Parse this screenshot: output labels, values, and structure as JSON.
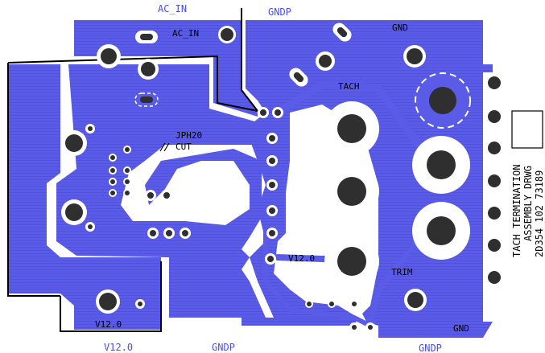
{
  "labels": {
    "top_ac_in": "AC_IN",
    "top_gndp": "GNDP",
    "bottom_v12": "V12.0",
    "bottom_gndp_left": "GNDP",
    "bottom_gndp_right": "GNDP"
  },
  "silkscreen": {
    "ac_in": "AC_IN",
    "gnd_top": "GND",
    "tach": "TACH",
    "jumper_line1": "JPH20",
    "jumper_line2": "CUT",
    "v12_center": "V12.0",
    "v12_bottom": "V12.0",
    "trim": "TRIM",
    "gnd_bottom": "GND",
    "vertical_line1": "TACH TERMINATION",
    "vertical_line2": "ASSEMBLY DRWG",
    "vertical_line3": "2D354 102 73189"
  },
  "colors": {
    "copper": "#5a5ce8",
    "board_bg": "#ffffff",
    "hole": "#2f2f2f",
    "pad_ring": "#ffffff",
    "label": "#4a4ee6"
  }
}
